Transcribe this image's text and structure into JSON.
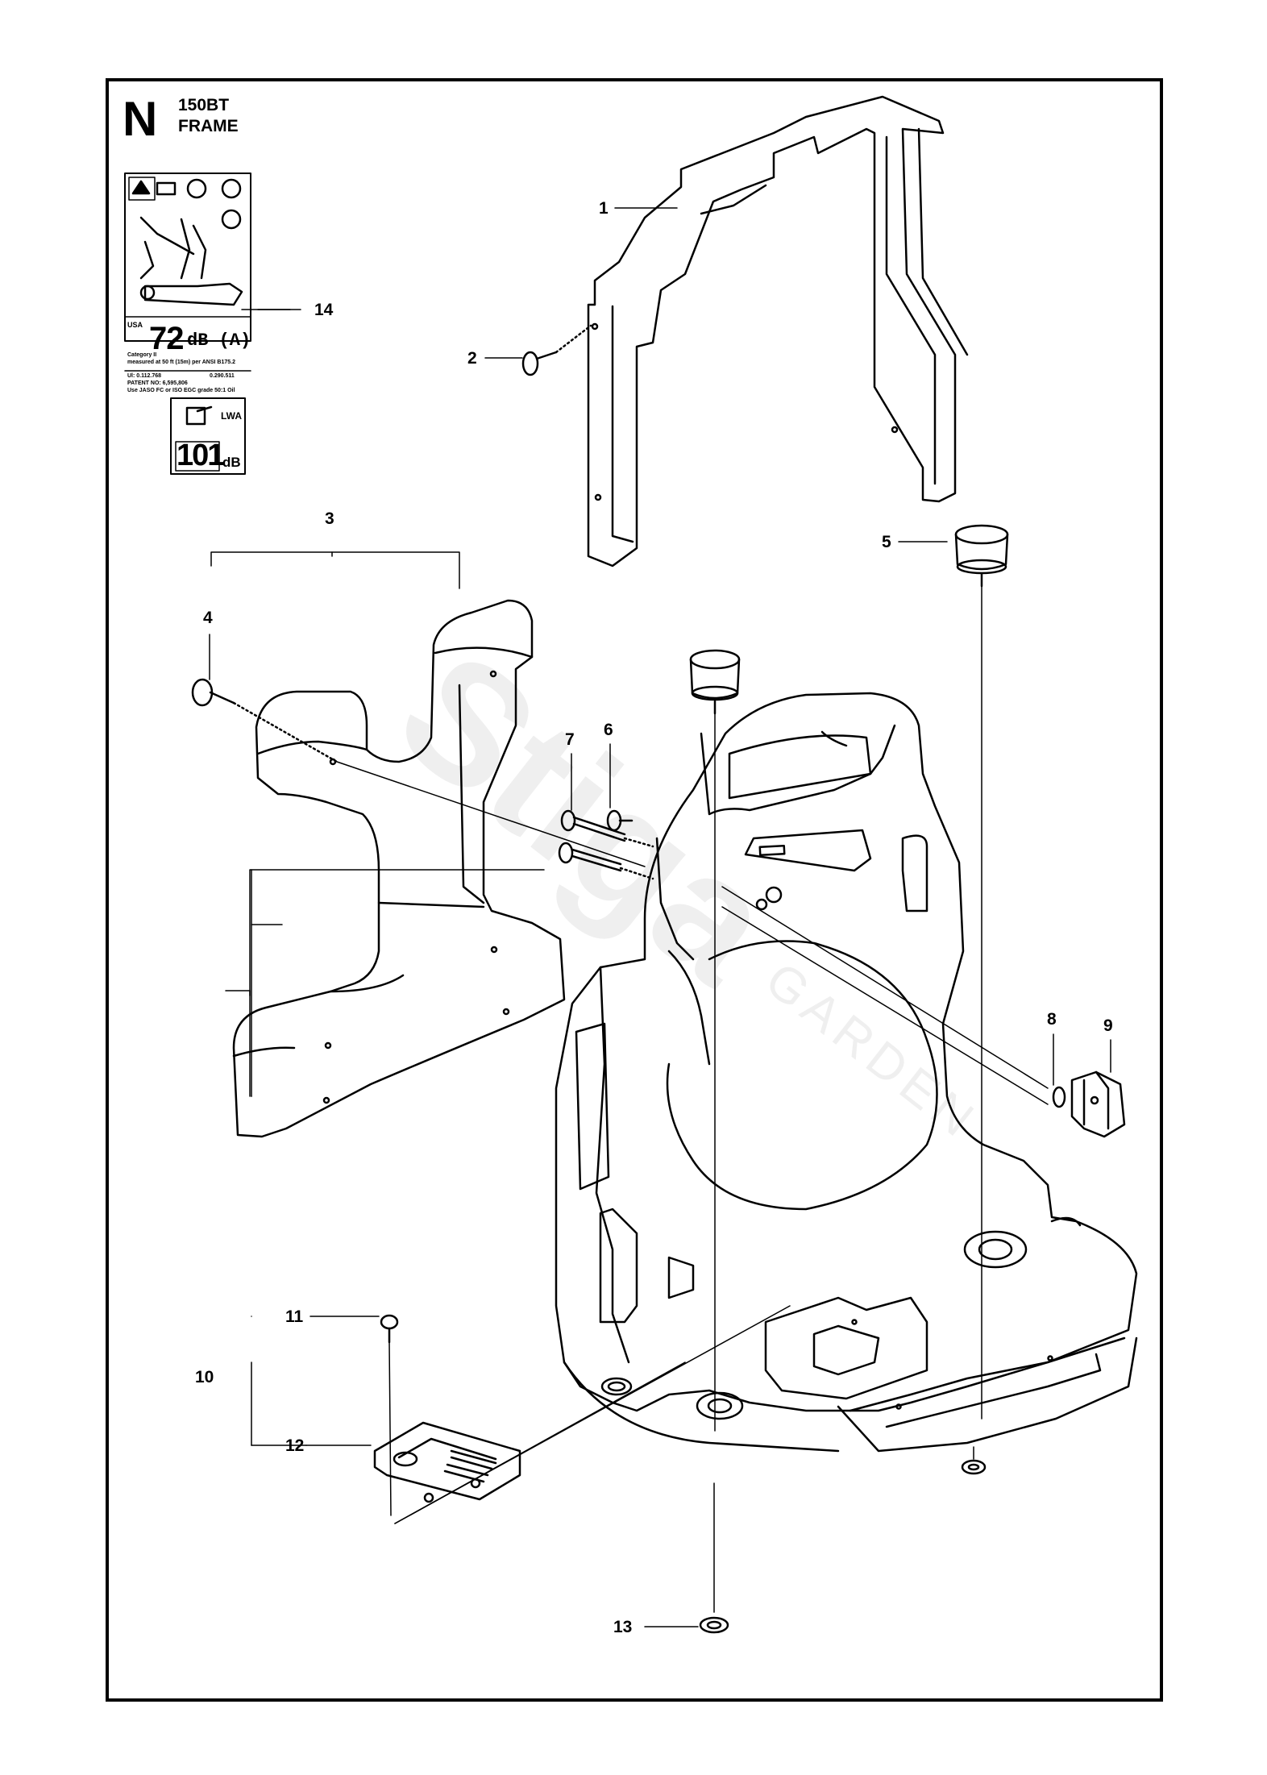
{
  "header": {
    "section_letter": "N",
    "model": "150BT",
    "title": "FRAME"
  },
  "decal": {
    "region": "USA",
    "sound_value": "72",
    "sound_unit": "dB (A)",
    "category_line1": "Category II",
    "category_line2": "measured at 50 ft (15m) per ANSI B175.2",
    "ul_number": "Ul: 0.112.768",
    "ul_number2": "0.290.511",
    "patent": "PATENT NO: 6,595,806",
    "oil_note": "Use JASO FC or ISO EGC grade 50:1 Oil",
    "power_level": "101",
    "power_unit": "dB",
    "lwa_label": "LWA"
  },
  "watermark": {
    "brand": "Stiga",
    "line2": "GARDEN"
  },
  "callouts": [
    "1",
    "2",
    "3",
    "4",
    "5",
    "6",
    "7",
    "8",
    "9",
    "10",
    "11",
    "12",
    "13",
    "14"
  ],
  "colors": {
    "line": "#000000",
    "background": "#ffffff"
  }
}
